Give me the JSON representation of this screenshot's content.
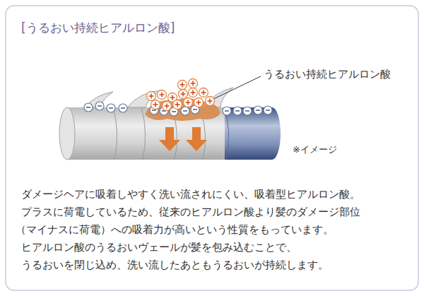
{
  "diagram": {
    "title": "[うるおい持続ヒアルロン酸]",
    "labels": [
      "うるおい持続ヒアルロン酸",
      "※イメージ",
      "ダメージヘアに吸着しやすく洗い流されにくい、吸着型ヒアルロン酸。",
      "プラスに荷電しているため、従来のヒアルロン酸より髪のダメージ部位",
      "（マイナスに荷電）への吸着力が高いという性質をもっています。",
      "ヒアルロン酸のうるおいヴェールが髪を包み込むことで、",
      "うるおいを閉じ込め、洗い流したあともうるおいが持続します。"
    ]
  }
}
